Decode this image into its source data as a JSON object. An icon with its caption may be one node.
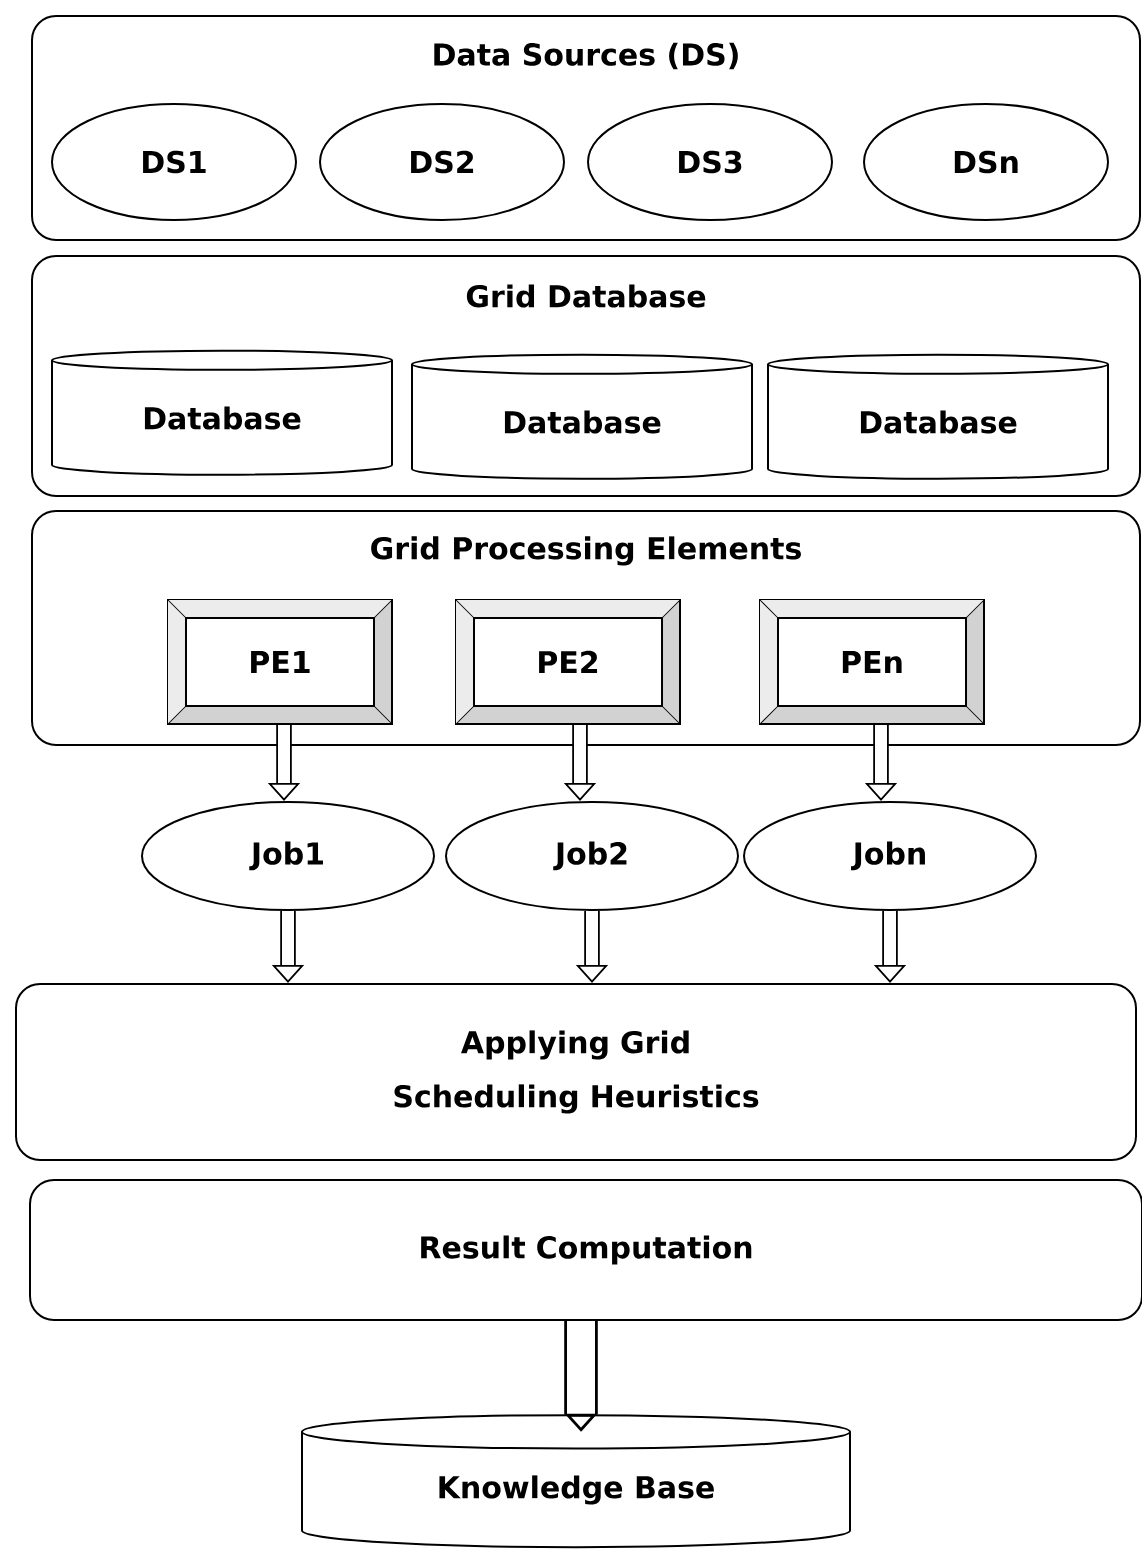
{
  "diagram": {
    "nodes": [
      {
        "text": [
          "Data Sources (DS)"
        ]
      },
      {
        "text": [
          "DS1"
        ],
        "in": 0
      },
      {
        "text": [
          "DS2"
        ],
        "in": 0
      },
      {
        "text": [
          "DS3"
        ],
        "in": 0
      },
      {
        "text": [
          "DSn"
        ],
        "in": 0
      },
      {
        "text": [
          "Grid Database"
        ]
      },
      {
        "text": [
          "Database"
        ],
        "in": 5
      },
      {
        "text": [
          "Database"
        ],
        "in": 5
      },
      {
        "text": [
          "Database"
        ],
        "in": 5
      },
      {
        "text": [
          "Grid Processing Elements"
        ]
      },
      {
        "text": [
          "PE1"
        ],
        "in": 9
      },
      {
        "text": [
          "PE2"
        ],
        "in": 9
      },
      {
        "text": [
          "PEn"
        ],
        "in": 9
      },
      {
        "text": [
          "Job1"
        ]
      },
      {
        "text": [
          "Job2"
        ]
      },
      {
        "text": [
          "Jobn"
        ]
      },
      {
        "text": [
          "Applying Grid Scheduling Heuristics"
        ]
      },
      {
        "text": [
          "Result Computation"
        ]
      },
      {
        "text": [
          "Knowledge Base"
        ]
      }
    ],
    "edges": [
      {
        "from": 10,
        "to": 13,
        "arrow": "to"
      },
      {
        "from": 11,
        "to": 14,
        "arrow": "to"
      },
      {
        "from": 12,
        "to": 15,
        "arrow": "to"
      },
      {
        "from": 13,
        "to": 16,
        "arrow": "to"
      },
      {
        "from": 14,
        "to": 16,
        "arrow": "to"
      },
      {
        "from": 15,
        "to": 16,
        "arrow": "to"
      },
      {
        "from": 17,
        "to": 18,
        "arrow": "to",
        "style": "thick"
      }
    ]
  }
}
